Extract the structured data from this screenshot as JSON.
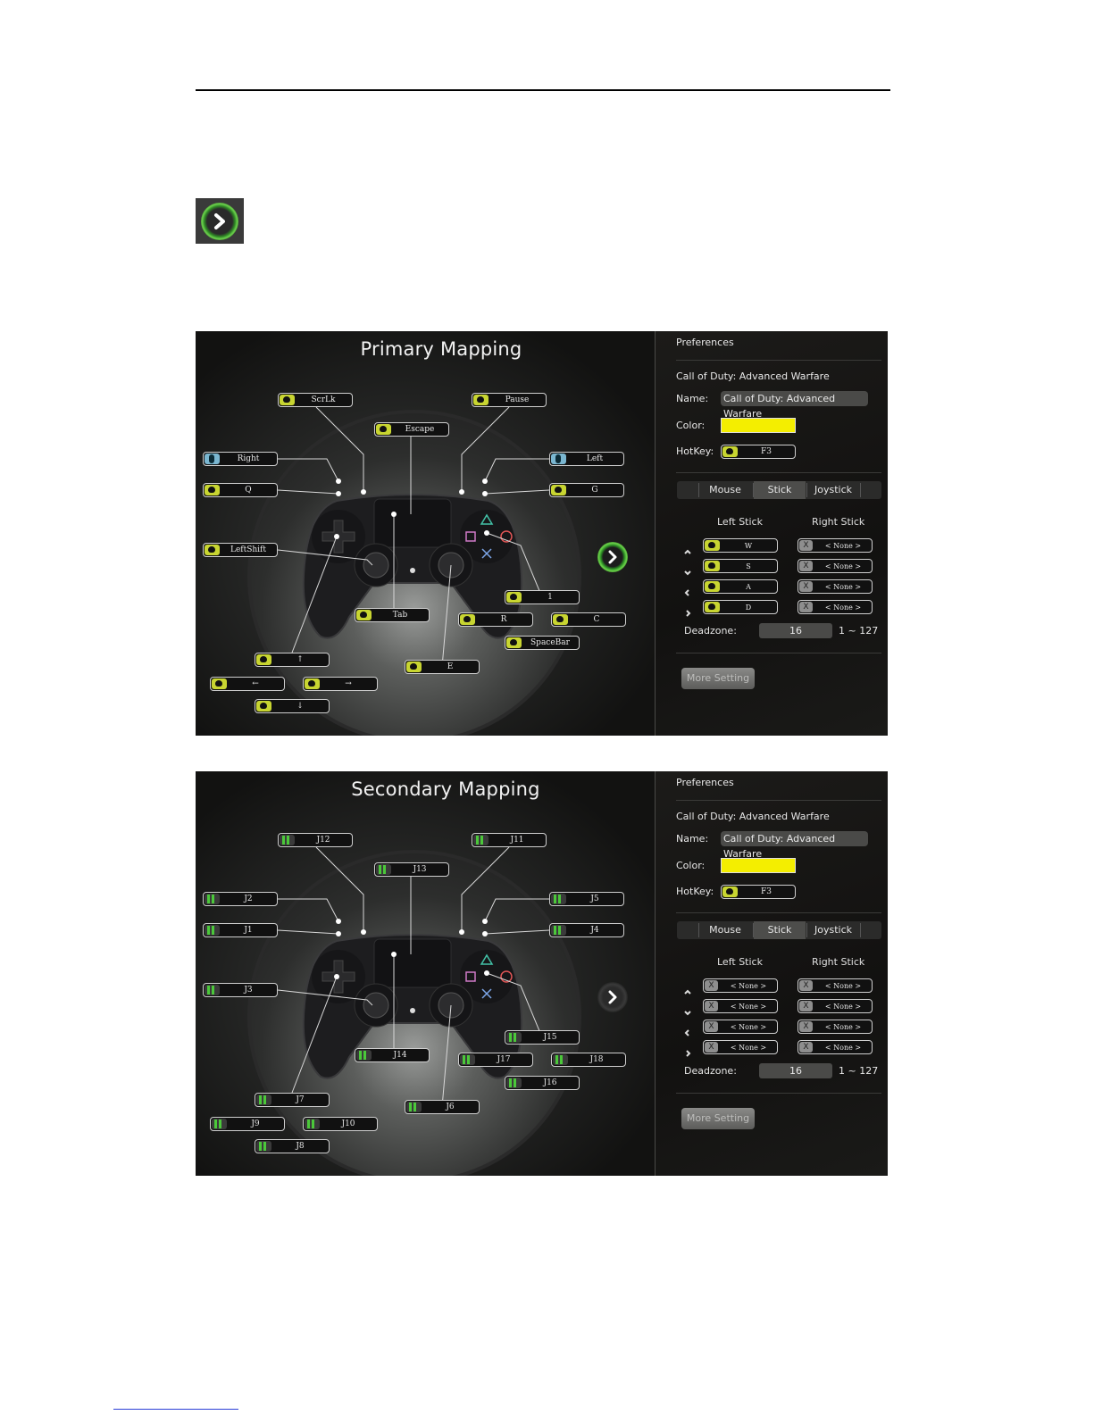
{
  "icons": {
    "next": "chevron-right-icon",
    "mouse": "mouse-icon",
    "joystick": "joystick-button-icon"
  },
  "colors": {
    "accent_green": "#6cd04d",
    "key_yellow": "#c8d531",
    "mouse_blue": "#7ab6d0",
    "profile_color": "#f4ee00"
  },
  "panels": [
    {
      "title": "Primary Mapping",
      "mappings": [
        {
          "id": "scrlk",
          "label": "ScrLk",
          "icon": "key"
        },
        {
          "id": "pause",
          "label": "Pause",
          "icon": "key"
        },
        {
          "id": "escape",
          "label": "Escape",
          "icon": "key"
        },
        {
          "id": "right",
          "label": "Right",
          "icon": "mouse"
        },
        {
          "id": "left",
          "label": "Left",
          "icon": "mouse"
        },
        {
          "id": "q",
          "label": "Q",
          "icon": "key"
        },
        {
          "id": "g",
          "label": "G",
          "icon": "key"
        },
        {
          "id": "leftshift",
          "label": "LeftShift",
          "icon": "key"
        },
        {
          "id": "one",
          "label": "1",
          "icon": "key"
        },
        {
          "id": "tab",
          "label": "Tab",
          "icon": "key"
        },
        {
          "id": "r",
          "label": "R",
          "icon": "key"
        },
        {
          "id": "c",
          "label": "C",
          "icon": "key"
        },
        {
          "id": "spacebar",
          "label": "SpaceBar",
          "icon": "key"
        },
        {
          "id": "e",
          "label": "E",
          "icon": "key"
        },
        {
          "id": "up",
          "label": "↑",
          "icon": "key"
        },
        {
          "id": "leftarrow",
          "label": "←",
          "icon": "key"
        },
        {
          "id": "rightarrow",
          "label": "→",
          "icon": "key"
        },
        {
          "id": "down",
          "label": "↓",
          "icon": "key"
        }
      ],
      "prefs": {
        "header": "Preferences",
        "game": "Call of Duty: Advanced Warfare",
        "name_label": "Name:",
        "name_value": "Call of Duty: Advanced Warfare",
        "color_label": "Color:",
        "hotkey_label": "HotKey:",
        "hotkey_value": "F3",
        "tabs": [
          "Mouse",
          "Stick",
          "Joystick"
        ],
        "selected_tab": "Stick",
        "left_stick_label": "Left Stick",
        "right_stick_label": "Right Stick",
        "left_stick": [
          "W",
          "S",
          "A",
          "D"
        ],
        "right_stick": [
          "< None >",
          "< None >",
          "< None >",
          "< None >"
        ],
        "left_stick_clear": false,
        "deadzone_label": "Deadzone:",
        "deadzone_value": "16",
        "deadzone_range": "1 ~ 127",
        "more_button": "More Setting"
      }
    },
    {
      "title": "Secondary Mapping",
      "mappings": [
        {
          "id": "scrlk",
          "label": "J12",
          "icon": "joy"
        },
        {
          "id": "pause",
          "label": "J11",
          "icon": "joy"
        },
        {
          "id": "escape",
          "label": "J13",
          "icon": "joy"
        },
        {
          "id": "right",
          "label": "J2",
          "icon": "joy"
        },
        {
          "id": "left",
          "label": "J5",
          "icon": "joy"
        },
        {
          "id": "q",
          "label": "J1",
          "icon": "joy"
        },
        {
          "id": "g",
          "label": "J4",
          "icon": "joy"
        },
        {
          "id": "leftshift",
          "label": "J3",
          "icon": "joy"
        },
        {
          "id": "one",
          "label": "J15",
          "icon": "joy"
        },
        {
          "id": "tab",
          "label": "J14",
          "icon": "joy"
        },
        {
          "id": "r",
          "label": "J17",
          "icon": "joy"
        },
        {
          "id": "c",
          "label": "J18",
          "icon": "joy"
        },
        {
          "id": "spacebar",
          "label": "J16",
          "icon": "joy"
        },
        {
          "id": "e",
          "label": "J6",
          "icon": "joy"
        },
        {
          "id": "up",
          "label": "J7",
          "icon": "joy"
        },
        {
          "id": "leftarrow",
          "label": "J9",
          "icon": "joy"
        },
        {
          "id": "rightarrow",
          "label": "J10",
          "icon": "joy"
        },
        {
          "id": "down",
          "label": "J8",
          "icon": "joy"
        }
      ],
      "prefs": {
        "header": "Preferences",
        "game": "Call of Duty: Advanced Warfare",
        "name_label": "Name:",
        "name_value": "Call of Duty: Advanced Warfare",
        "color_label": "Color:",
        "hotkey_label": "HotKey:",
        "hotkey_value": "F3",
        "tabs": [
          "Mouse",
          "Stick",
          "Joystick"
        ],
        "selected_tab": "Stick",
        "left_stick_label": "Left Stick",
        "right_stick_label": "Right Stick",
        "left_stick": [
          "< None >",
          "< None >",
          "< None >",
          "< None >"
        ],
        "right_stick": [
          "< None >",
          "< None >",
          "< None >",
          "< None >"
        ],
        "left_stick_clear": true,
        "deadzone_label": "Deadzone:",
        "deadzone_value": "16",
        "deadzone_range": "1 ~ 127",
        "more_button": "More Setting"
      }
    }
  ]
}
